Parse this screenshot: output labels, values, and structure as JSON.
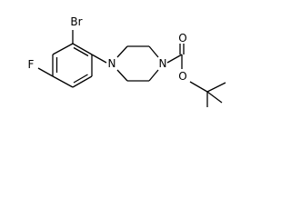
{
  "molecule": {
    "atoms": {
      "br": "Br",
      "f": "F",
      "n_aryl": "N",
      "n_carbamate": "N",
      "o_carbonyl": "O",
      "o_ester": "O"
    }
  },
  "colors": {
    "bond": "#000000",
    "label": "#000000",
    "background": "#ffffff"
  }
}
